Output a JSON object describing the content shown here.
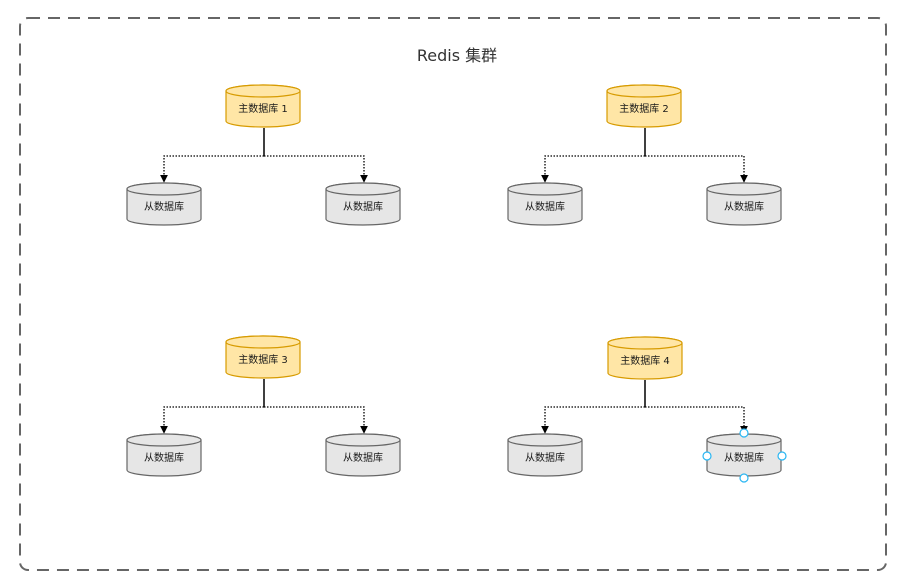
{
  "diagram": {
    "title": "Redis 集群",
    "colors": {
      "border": "#666666",
      "primary_fill": "#ffe6a6",
      "primary_stroke": "#d79b00",
      "replica_fill": "#e6e6e6",
      "replica_stroke": "#666666",
      "connector": "#000000",
      "selection_handle": "#29b6f2"
    },
    "groups": [
      {
        "primary": "主数据库 1",
        "replicas": [
          "从数据库",
          "从数据库"
        ]
      },
      {
        "primary": "主数据库 2",
        "replicas": [
          "从数据库",
          "从数据库"
        ]
      },
      {
        "primary": "主数据库 3",
        "replicas": [
          "从数据库",
          "从数据库"
        ]
      },
      {
        "primary": "主数据库 4",
        "replicas": [
          "从数据库",
          "从数据库"
        ]
      }
    ]
  }
}
